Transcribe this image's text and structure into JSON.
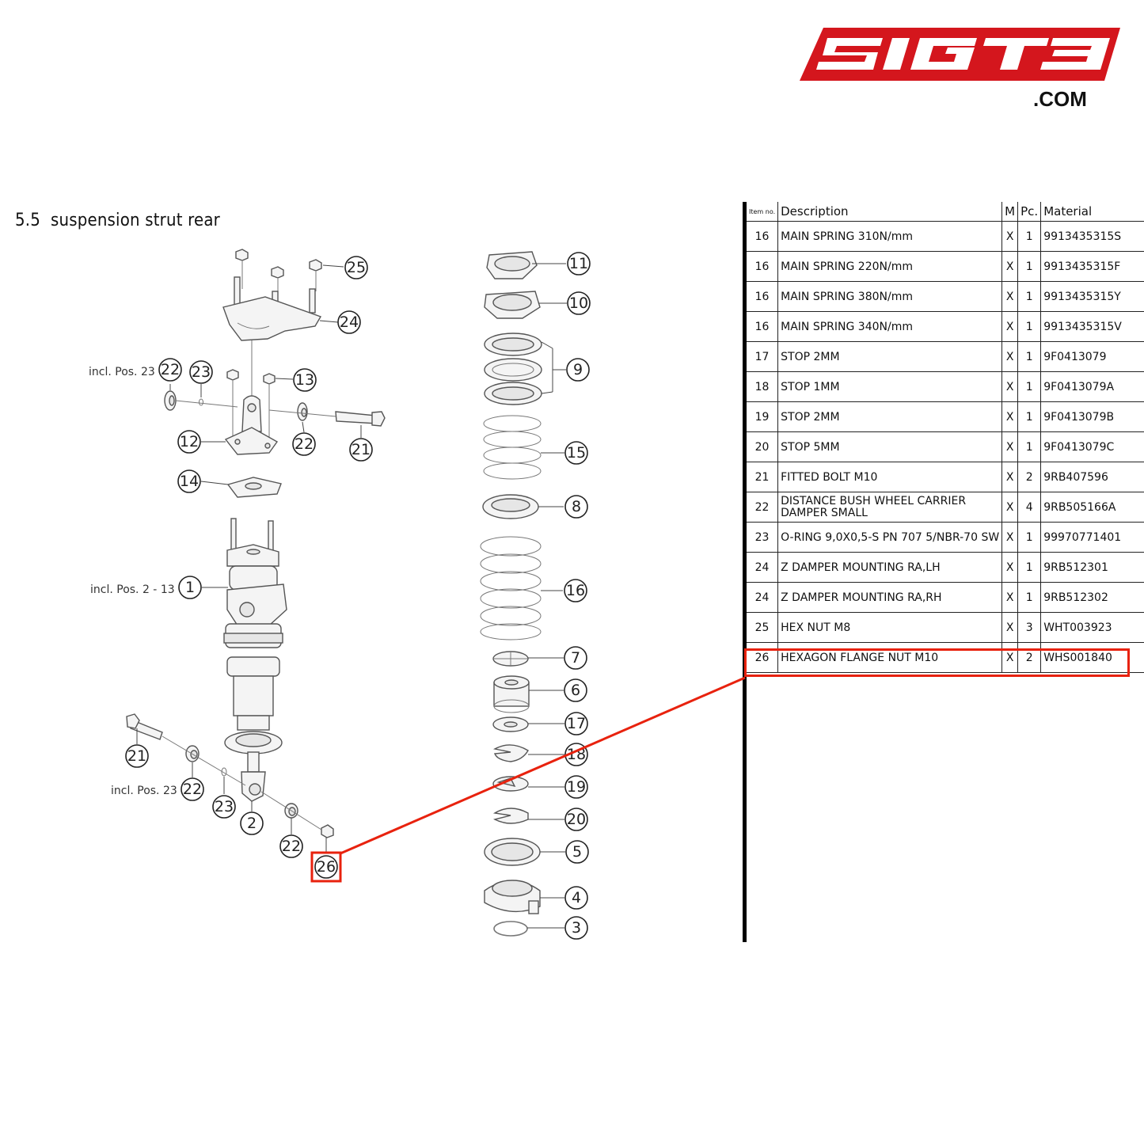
{
  "logo": {
    "text": "SIGT3",
    "sub": ".COM",
    "color": "#d4161d"
  },
  "section": {
    "number": "5.5",
    "title": "suspension strut rear"
  },
  "highlight_color": "#e8220e",
  "diagram": {
    "callouts": {
      "c25": "25",
      "c24": "24",
      "c22a": "22",
      "c23a": "23",
      "c13": "13",
      "c12": "12",
      "c22b": "22",
      "c21a": "21",
      "c14": "14",
      "c1": "1",
      "c21b": "21",
      "c22c": "22",
      "c23b": "23",
      "c2": "2",
      "c22d": "22",
      "c26": "26",
      "c11": "11",
      "c10": "10",
      "c9": "9",
      "c15": "15",
      "c8": "8",
      "c16": "16",
      "c7": "7",
      "c6": "6",
      "c17": "17",
      "c18": "18",
      "c19": "19",
      "c20": "20",
      "c5": "5",
      "c4": "4",
      "c3": "3"
    },
    "notes": {
      "incl23_top": "incl. Pos. 23",
      "incl2_13": "incl. Pos. 2 - 13",
      "incl23_bottom": "incl. Pos. 23"
    }
  },
  "table": {
    "headers": {
      "item": "Item no.",
      "description": "Description",
      "m": "M",
      "pc": "Pc.",
      "material": "Material"
    },
    "rows": [
      {
        "item": "16",
        "description": "MAIN SPRING 310N/mm",
        "m": "X",
        "pc": "1",
        "material": "9913435315S"
      },
      {
        "item": "16",
        "description": "MAIN SPRING 220N/mm",
        "m": "X",
        "pc": "1",
        "material": "9913435315F"
      },
      {
        "item": "16",
        "description": "MAIN SPRING 380N/mm",
        "m": "X",
        "pc": "1",
        "material": "9913435315Y"
      },
      {
        "item": "16",
        "description": "MAIN SPRING 340N/mm",
        "m": "X",
        "pc": "1",
        "material": "9913435315V"
      },
      {
        "item": "17",
        "description": "STOP 2MM",
        "m": "X",
        "pc": "1",
        "material": "9F0413079"
      },
      {
        "item": "18",
        "description": "STOP 1MM",
        "m": "X",
        "pc": "1",
        "material": "9F0413079A"
      },
      {
        "item": "19",
        "description": "STOP 2MM",
        "m": "X",
        "pc": "1",
        "material": "9F0413079B"
      },
      {
        "item": "20",
        "description": "STOP 5MM",
        "m": "X",
        "pc": "1",
        "material": "9F0413079C"
      },
      {
        "item": "21",
        "description": "FITTED BOLT M10",
        "m": "X",
        "pc": "2",
        "material": "9RB407596"
      },
      {
        "item": "22",
        "description": "DISTANCE BUSH WHEEL CARRIER DAMPER SMALL",
        "m": "X",
        "pc": "4",
        "material": "9RB505166A"
      },
      {
        "item": "23",
        "description": "O-RING 9,0X0,5-S PN 707 5/NBR-70 SW",
        "m": "X",
        "pc": "1",
        "material": "99970771401"
      },
      {
        "item": "24",
        "description": "Z DAMPER MOUNTING RA,LH",
        "m": "X",
        "pc": "1",
        "material": "9RB512301"
      },
      {
        "item": "24",
        "description": "Z DAMPER MOUNTING RA,RH",
        "m": "X",
        "pc": "1",
        "material": "9RB512302"
      },
      {
        "item": "25",
        "description": "HEX NUT M8",
        "m": "X",
        "pc": "3",
        "material": "WHT003923"
      },
      {
        "item": "26",
        "description": "HEXAGON FLANGE NUT M10",
        "m": "X",
        "pc": "2",
        "material": "WHS001840"
      }
    ]
  }
}
